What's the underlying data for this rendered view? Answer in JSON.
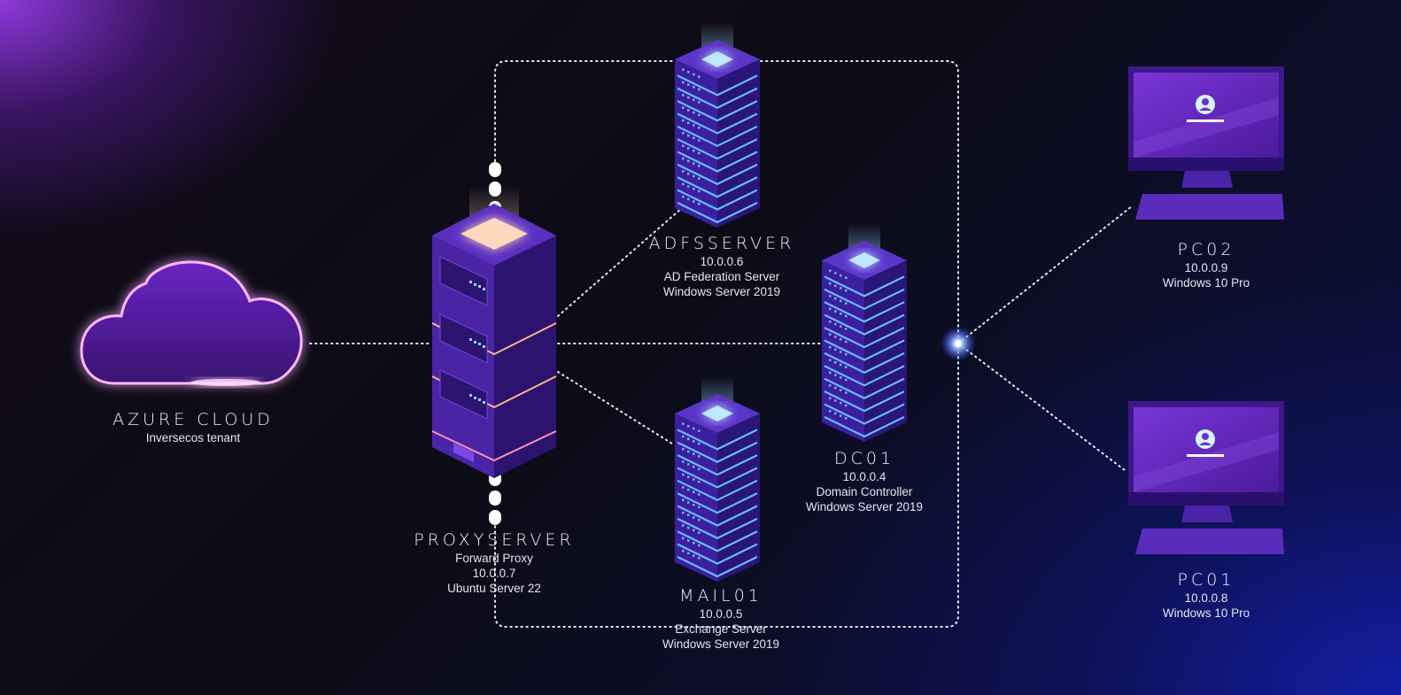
{
  "nodes": {
    "azure": {
      "name": "AZURE CLOUD",
      "lines": [
        "Inversecos tenant"
      ]
    },
    "proxy": {
      "name": "PROXYSERVER",
      "lines": [
        "Forward Proxy",
        "10.0.0.7",
        "Ubuntu Server 22"
      ]
    },
    "adfs": {
      "name": "ADFSSERVER",
      "lines": [
        "10.0.0.6",
        "AD Federation Server",
        "Windows Server 2019"
      ]
    },
    "dc01": {
      "name": "DC01",
      "lines": [
        "10.0.0.4",
        "Domain Controller",
        "Windows Server 2019"
      ]
    },
    "mail01": {
      "name": "MAIL01",
      "lines": [
        "10.0.0.5",
        "Exchange Server",
        "Windows Server 2019"
      ]
    },
    "pc02": {
      "name": "PC02",
      "lines": [
        "10.0.0.9",
        "Windows 10 Pro"
      ]
    },
    "pc01": {
      "name": "PC01",
      "lines": [
        "10.0.0.8",
        "Windows 10 Pro"
      ]
    }
  },
  "icons": {
    "cloud": "cloud-icon",
    "server": "server-rack-icon",
    "workstation": "desktop-pc-icon",
    "user": "user-icon"
  },
  "colors": {
    "accent_purple": "#7b2fe0",
    "server_blue": "#5aa8ff",
    "cloud_glow": "#e86cff",
    "proxy_top": "#ffc9a8"
  }
}
